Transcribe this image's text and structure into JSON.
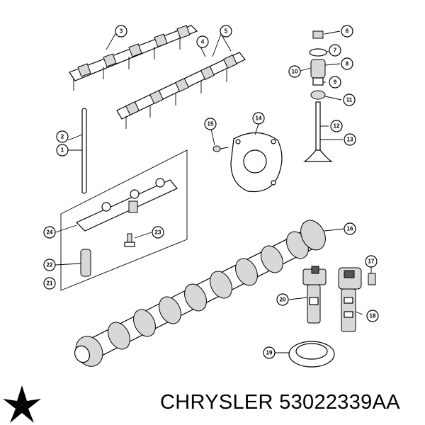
{
  "callouts": [
    {
      "label": "1"
    },
    {
      "label": "2"
    },
    {
      "label": "3"
    },
    {
      "label": "4"
    },
    {
      "label": "5"
    },
    {
      "label": "6"
    },
    {
      "label": "7"
    },
    {
      "label": "8"
    },
    {
      "label": "9"
    },
    {
      "label": "10"
    },
    {
      "label": "11"
    },
    {
      "label": "12"
    },
    {
      "label": "13"
    },
    {
      "label": "14"
    },
    {
      "label": "15"
    },
    {
      "label": "16"
    },
    {
      "label": "17"
    },
    {
      "label": "18"
    },
    {
      "label": "19"
    },
    {
      "label": "20"
    },
    {
      "label": "21"
    },
    {
      "label": "22"
    },
    {
      "label": "23"
    },
    {
      "label": "24"
    }
  ],
  "footer": {
    "caption": "CHRYSLER 53022339AA",
    "logo": "chrysler-pentastar-logo"
  },
  "colors": {
    "line": "#000000",
    "background": "#ffffff",
    "shade": "#d8d8d8"
  }
}
